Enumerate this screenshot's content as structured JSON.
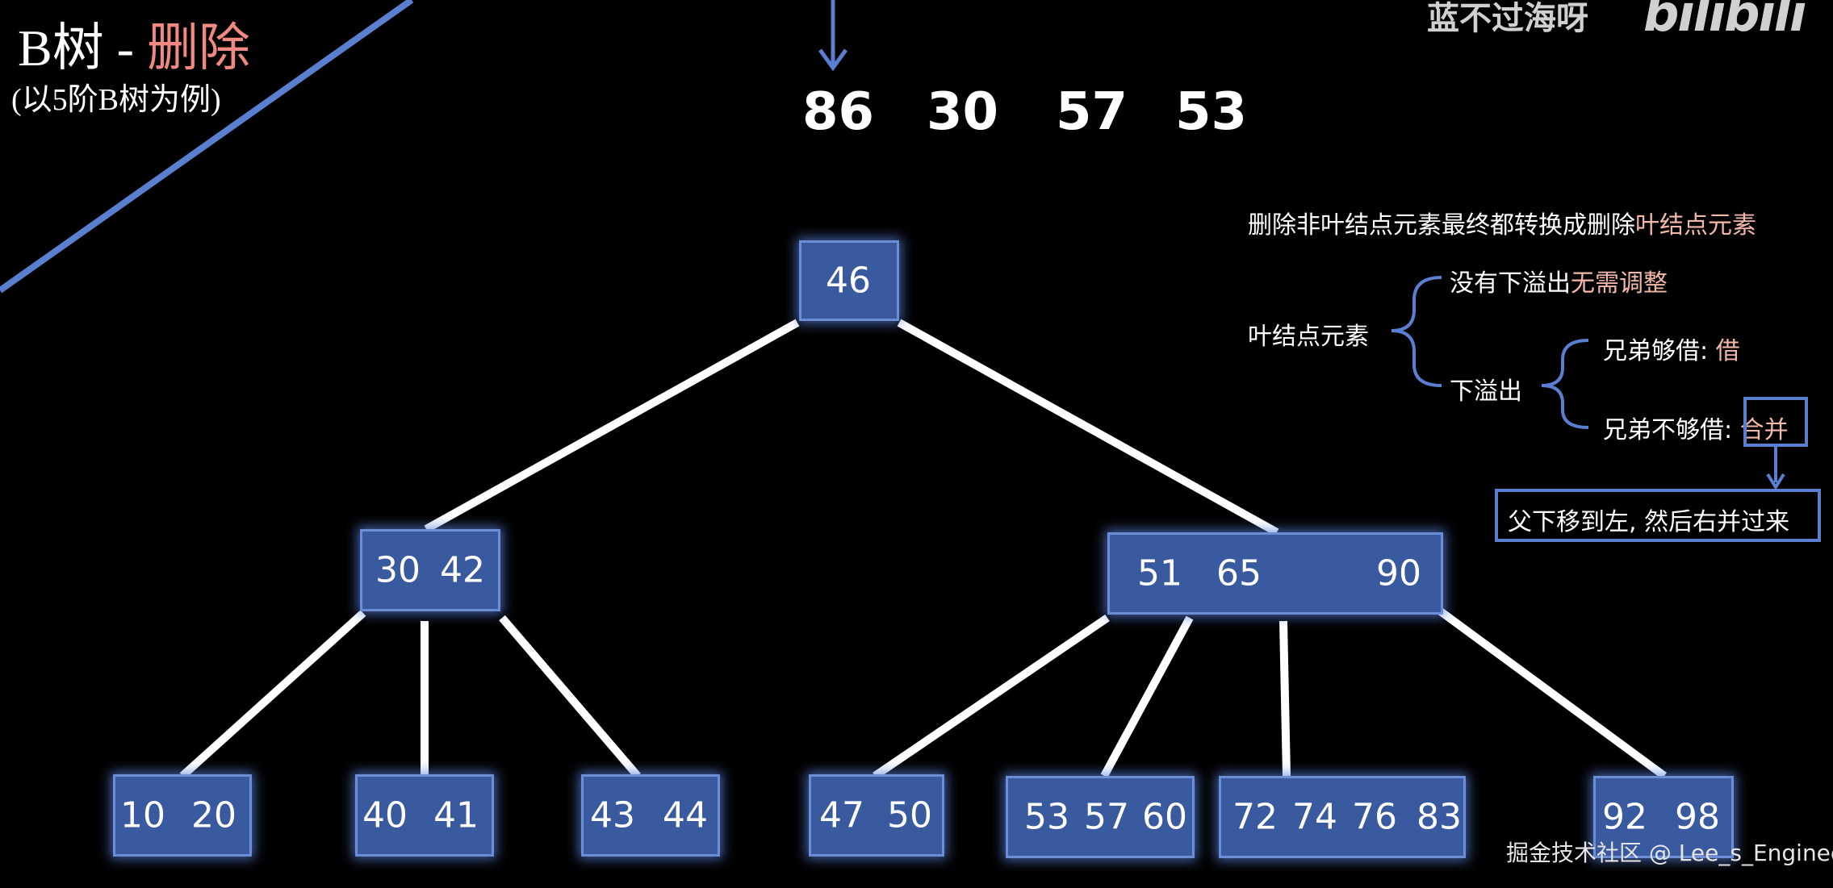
{
  "title": {
    "main": "B树 - ",
    "accent": "删除"
  },
  "subtitle": "(以5阶B树为例)",
  "brand": {
    "channel": "蓝不过海呀",
    "logo": "bilibili"
  },
  "sequence": [
    "86",
    "30",
    "57",
    "53"
  ],
  "tree": {
    "root": {
      "keys": [
        "46"
      ]
    },
    "level1": [
      {
        "keys": [
          "30",
          "42"
        ]
      },
      {
        "keys": [
          "51",
          "65",
          "90"
        ]
      }
    ],
    "leaves": [
      {
        "keys": [
          "10",
          "20"
        ]
      },
      {
        "keys": [
          "40",
          "41"
        ]
      },
      {
        "keys": [
          "43",
          "44"
        ]
      },
      {
        "keys": [
          "47",
          "50"
        ]
      },
      {
        "keys": [
          "53",
          "57",
          "60"
        ]
      },
      {
        "keys": [
          "72",
          "74",
          "76",
          "83"
        ]
      },
      {
        "keys": [
          "92",
          "98"
        ]
      }
    ]
  },
  "notes": {
    "headline": {
      "prefix": "删除非叶结点元素最终都转换成删除",
      "highlight": "叶结点元素"
    },
    "leaf_label": "叶结点元素",
    "no_underflow": {
      "prefix": "没有下溢出",
      "highlight": "无需调整"
    },
    "underflow": "下溢出",
    "borrow": {
      "prefix": "兄弟够借: ",
      "highlight": "借"
    },
    "merge": {
      "prefix": "兄弟不够借: ",
      "highlight": "合并"
    },
    "merge_detail": "父下移到左, 然后右并过来"
  },
  "watermark": "掘金技术社区 @ Lee_s_Engineer",
  "colors": {
    "background": "#000000",
    "node_fill": "#3a5a9f",
    "node_border": "#6b8ed6",
    "accent": "#f08a80",
    "highlight": "#f4b8a8",
    "line": "#ffffff",
    "bracket": "#5a7ed0"
  }
}
